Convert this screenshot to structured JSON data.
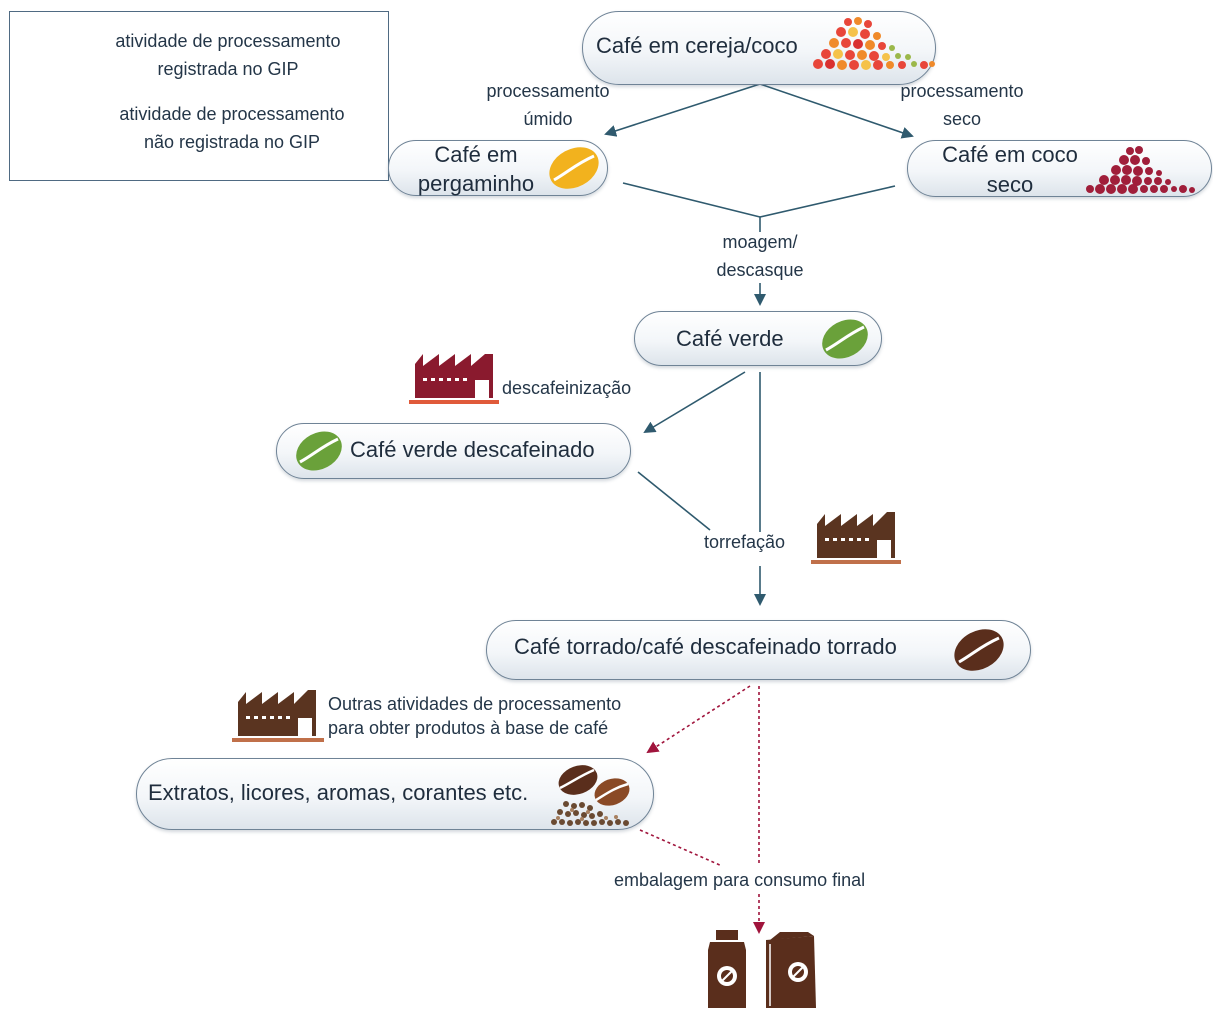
{
  "legend": {
    "registered_line1": "atividade de processamento",
    "registered_line2": "registrada no GIP",
    "unregistered_line1": "atividade de processamento",
    "unregistered_line2": "não registrada no GIP"
  },
  "nodes": {
    "cereja": "Café em cereja/coco",
    "pergaminho_line1": "Café em",
    "pergaminho_line2": "pergaminho",
    "coco_seco_line1": "Café em coco",
    "coco_seco_line2": "seco",
    "verde": "Café verde",
    "verde_descafeinado": "Café verde descafeinado",
    "torrado": "Café torrado/café descafeinado torrado",
    "extratos": "Extratos, licores, aromas, corantes etc."
  },
  "edges": {
    "umido_line1": "processamento",
    "umido_line2": "úmido",
    "seco_line1": "processamento",
    "seco_line2": "seco",
    "moagem_line1": "moagem/",
    "moagem_line2": "descasque",
    "descafeinizacao": "descafeinização",
    "torrefacao": "torrefação",
    "outras_line1": "Outras atividades de processamento",
    "outras_line2": "para obter produtos à base de café",
    "embalagem": "embalagem para consumo final"
  },
  "colors": {
    "registered_arrow": "#2f5a6e",
    "unregistered_arrow": "#a0143c",
    "factory_red": "#8a1a2e",
    "factory_brown": "#5a3420",
    "bean_yellow": "#f2b21e",
    "bean_green": "#6aa13a",
    "bean_brown": "#5a2e1c"
  }
}
